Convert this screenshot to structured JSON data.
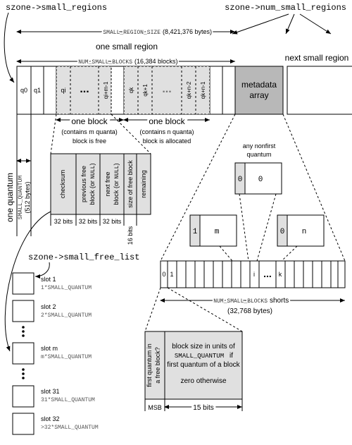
{
  "top": {
    "small_regions_ptr": "szone->small_regions",
    "num_small_regions_ptr": "szone->num_small_regions",
    "region_size_name": "SMALL_REGION_SIZE",
    "region_size_value": "(8,421,376 bytes)",
    "one_small_region": "one small region",
    "num_blocks_name": "NUM_SMALL_BLOCKS",
    "num_blocks_value": "(16,384 blocks)",
    "next_small_region": "next small region"
  },
  "region": {
    "cells": [
      "q0",
      "q1",
      "qi",
      "...",
      "qi+m-1",
      "qk",
      "qk+1",
      "...",
      "qk+n-2",
      "qk+n-1"
    ],
    "metadata_line1": "metadata",
    "metadata_line2": "array"
  },
  "blocks": {
    "free_title": "one block",
    "free_sub": "(contains m quanta)",
    "free_state": "block is free",
    "alloc_title": "one block",
    "alloc_sub": "(contains n quanta)",
    "alloc_state": "block is allocated"
  },
  "quantum": {
    "title": "one quantum",
    "name": "SMALL_QUANTUM",
    "size": "(512 bytes)"
  },
  "free_block_fields": {
    "fields": [
      "checksum",
      "previous free block (or NULL)",
      "next free block (or NULL)",
      "size of free block",
      "remaining"
    ],
    "bits": [
      "32 bits",
      "32 bits",
      "32 bits",
      "16 bits"
    ]
  },
  "free_list": {
    "title": "szone->small_free_list",
    "slots": [
      {
        "label": "slot 1",
        "value": "1*SMALL_QUANTUM"
      },
      {
        "label": "slot 2",
        "value": "2*SMALL_QUANTUM"
      },
      {
        "label": "slot m",
        "value": "m*SMALL_QUANTUM"
      },
      {
        "label": "slot 31",
        "value": "31*SMALL_QUANTUM"
      },
      {
        "label": "slot 32",
        "value": ">32*SMALL_QUANTUM"
      }
    ],
    "ellipsis": "..."
  },
  "metadata": {
    "nonfirst_line1": "any nonfirst",
    "nonfirst_line2": "quantum",
    "nonfirst_cells": [
      "0",
      "0"
    ],
    "first_free_cells": [
      "1",
      "m"
    ],
    "first_alloc_cells": [
      "0",
      "n"
    ],
    "array_cells": [
      "0",
      "1",
      "i",
      "...",
      "k"
    ],
    "shorts_name": "NUM_SMALL_BLOCKS",
    "shorts_word": "shorts",
    "shorts_bytes": "(32,768 bytes)"
  },
  "entry": {
    "msb_text": "first quantum in a free block?",
    "desc_line1": "block size in units of",
    "desc_name": "SMALL_QUANTUM",
    "desc_suffix": "if",
    "desc_line3": "first quantum of a block",
    "desc_line4": "zero otherwise",
    "msb_label": "MSB",
    "bits_label": "15 bits"
  }
}
